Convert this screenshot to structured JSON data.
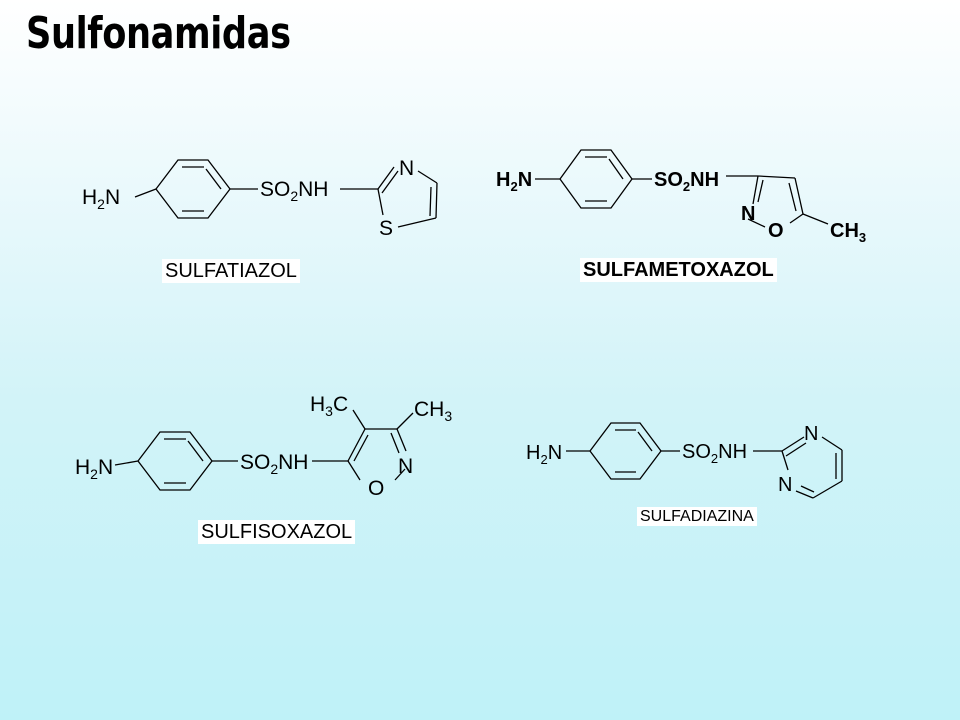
{
  "title": "Sulfonamidas",
  "molecules": [
    {
      "id": "sulfatiazol",
      "name": "SULFATIAZOL",
      "amine": [
        "H",
        "2",
        "N"
      ],
      "sulfonyl": [
        "SO",
        "2",
        "NH"
      ],
      "ring_atoms": [
        "N",
        "S"
      ]
    },
    {
      "id": "sulfametoxazol",
      "name": "SULFAMETOXAZOL",
      "amine": [
        "H",
        "2",
        "N"
      ],
      "sulfonyl": [
        "SO",
        "2",
        "NH"
      ],
      "ring_atoms": [
        "N",
        "O"
      ],
      "substituents": [
        [
          "CH",
          "3"
        ]
      ]
    },
    {
      "id": "sulfisoxazol",
      "name": "SULFISOXAZOL",
      "amine": [
        "H",
        "2",
        "N"
      ],
      "sulfonyl": [
        "SO",
        "2",
        "NH"
      ],
      "ring_atoms": [
        "O",
        "N"
      ],
      "substituents": [
        [
          "H",
          "3",
          "C"
        ],
        [
          "CH",
          "3"
        ]
      ]
    },
    {
      "id": "sulfadiazina",
      "name": "SULFADIAZINA",
      "amine": [
        "H",
        "2",
        "N"
      ],
      "sulfonyl": [
        "SO",
        "2",
        "NH"
      ],
      "ring_atoms": [
        "N",
        "N"
      ]
    }
  ]
}
